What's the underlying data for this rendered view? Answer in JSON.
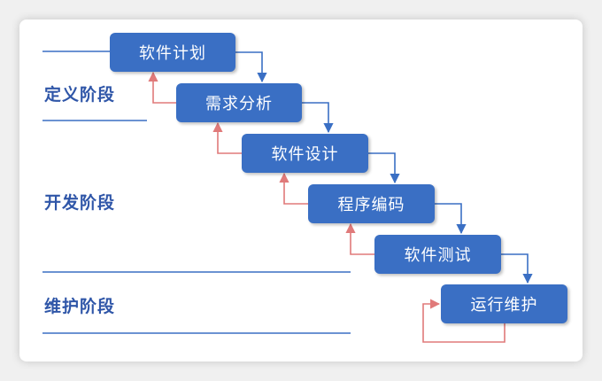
{
  "phases": [
    {
      "label": "定义阶段"
    },
    {
      "label": "开发阶段"
    },
    {
      "label": "维护阶段"
    }
  ],
  "steps": [
    {
      "label": "软件计划"
    },
    {
      "label": "需求分析"
    },
    {
      "label": "软件设计"
    },
    {
      "label": "程序编码"
    },
    {
      "label": "软件测试"
    },
    {
      "label": "运行维护"
    }
  ],
  "colors": {
    "box": "#3a6fc4",
    "phase_text": "#2f56a8",
    "forward_arrow": "#3a6fc4",
    "feedback_arrow": "#e07a7a",
    "divider": "#3a6fc4"
  }
}
